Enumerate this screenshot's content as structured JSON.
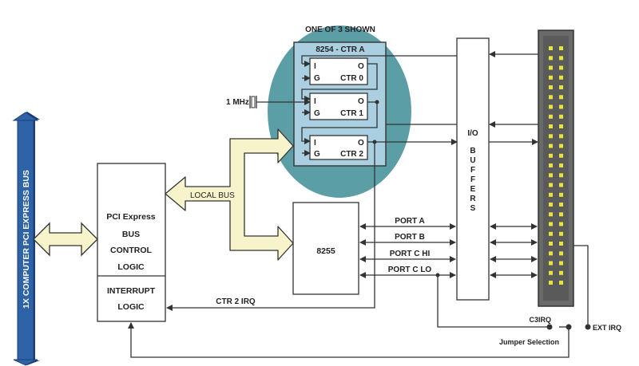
{
  "bus": {
    "label": "1X COMPUTER PCI EXPRESS BUS"
  },
  "pci_block": {
    "lines": [
      "PCI Express",
      "BUS",
      "CONTROL",
      "LOGIC"
    ]
  },
  "interrupt_block": {
    "lines": [
      "INTERRUPT",
      "LOGIC"
    ]
  },
  "local_bus": {
    "label": "LOCAL BUS"
  },
  "counter_group": {
    "caption": "ONE OF 3 SHOWN",
    "title": "8254 - CTR A",
    "counters": [
      {
        "input": "I",
        "gate": "G",
        "output": "O",
        "name": "CTR 0"
      },
      {
        "input": "I",
        "gate": "G",
        "output": "O",
        "name": "CTR 1"
      },
      {
        "input": "I",
        "gate": "G",
        "output": "O",
        "name": "CTR 2"
      }
    ]
  },
  "clock": {
    "label": "1 MHz"
  },
  "ppi": {
    "label": "8255"
  },
  "ports": [
    "PORT A",
    "PORT B",
    "PORT C HI",
    "PORT C LO"
  ],
  "io_buffers": {
    "chars": [
      "I/O",
      "B",
      "U",
      "F",
      "F",
      "E",
      "R",
      "S"
    ]
  },
  "ctr2_irq": {
    "label": "CTR 2 IRQ"
  },
  "c3irq": {
    "label": "C3IRQ"
  },
  "jumper": {
    "label": "Jumper Selection"
  },
  "ext_irq": {
    "label": "EXT IRQ"
  },
  "colors": {
    "bus_blue": "#2e63a8",
    "bus_blue_dark": "#1c3f73",
    "ellipse_teal": "#5c9ea5",
    "counter_panel": "#aacfe0",
    "arrow_cream": "#f7f4cb",
    "connector_gray": "#6a6a6a",
    "pin_yellow": "#e8e23c"
  }
}
